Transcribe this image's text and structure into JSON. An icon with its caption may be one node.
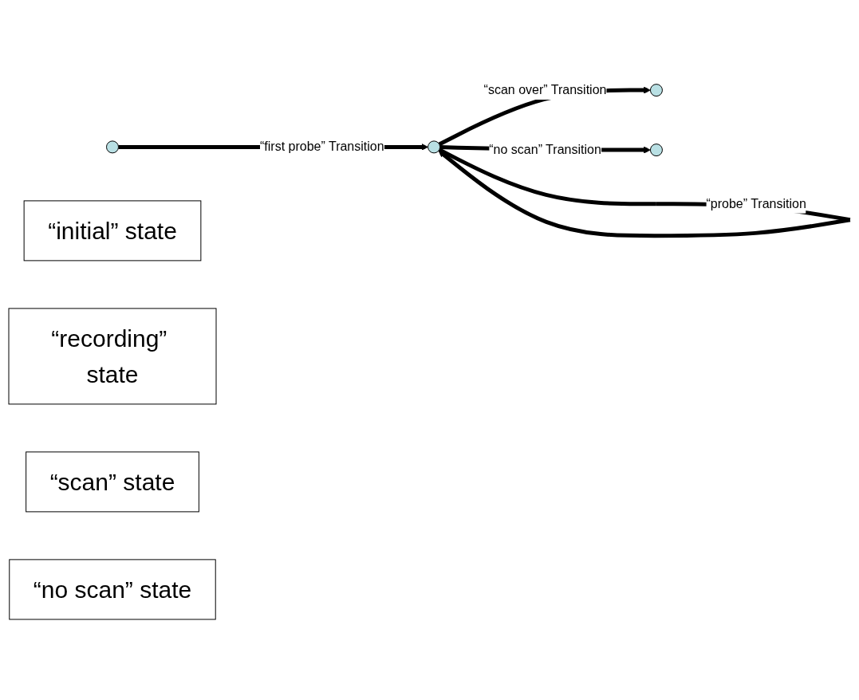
{
  "diagram": {
    "nodes": [
      {
        "text": [],
        "shape": "circle"
      },
      {
        "text": [
          "“initial” state"
        ]
      },
      {
        "text": [],
        "shape": "circle"
      },
      {
        "text": [
          "“recording” state"
        ]
      },
      {
        "text": [
          "“scan” state"
        ]
      },
      {
        "text": [],
        "shape": "circle"
      },
      {
        "text": [],
        "shape": "circle"
      },
      {
        "text": [
          "“no scan” state"
        ]
      }
    ],
    "edges": [
      {
        "from": 0,
        "to": 2,
        "arrow": "to",
        "label": "“first probe” Transition"
      },
      {
        "from": 2,
        "to": 5,
        "arrow": "to",
        "label": "“scan over” Transition"
      },
      {
        "from": 2,
        "to": 6,
        "arrow": "to",
        "label": "“no scan” Transition"
      },
      {
        "from": 2,
        "to": 2,
        "arrow": "to",
        "label": "“probe” Transition"
      }
    ]
  }
}
